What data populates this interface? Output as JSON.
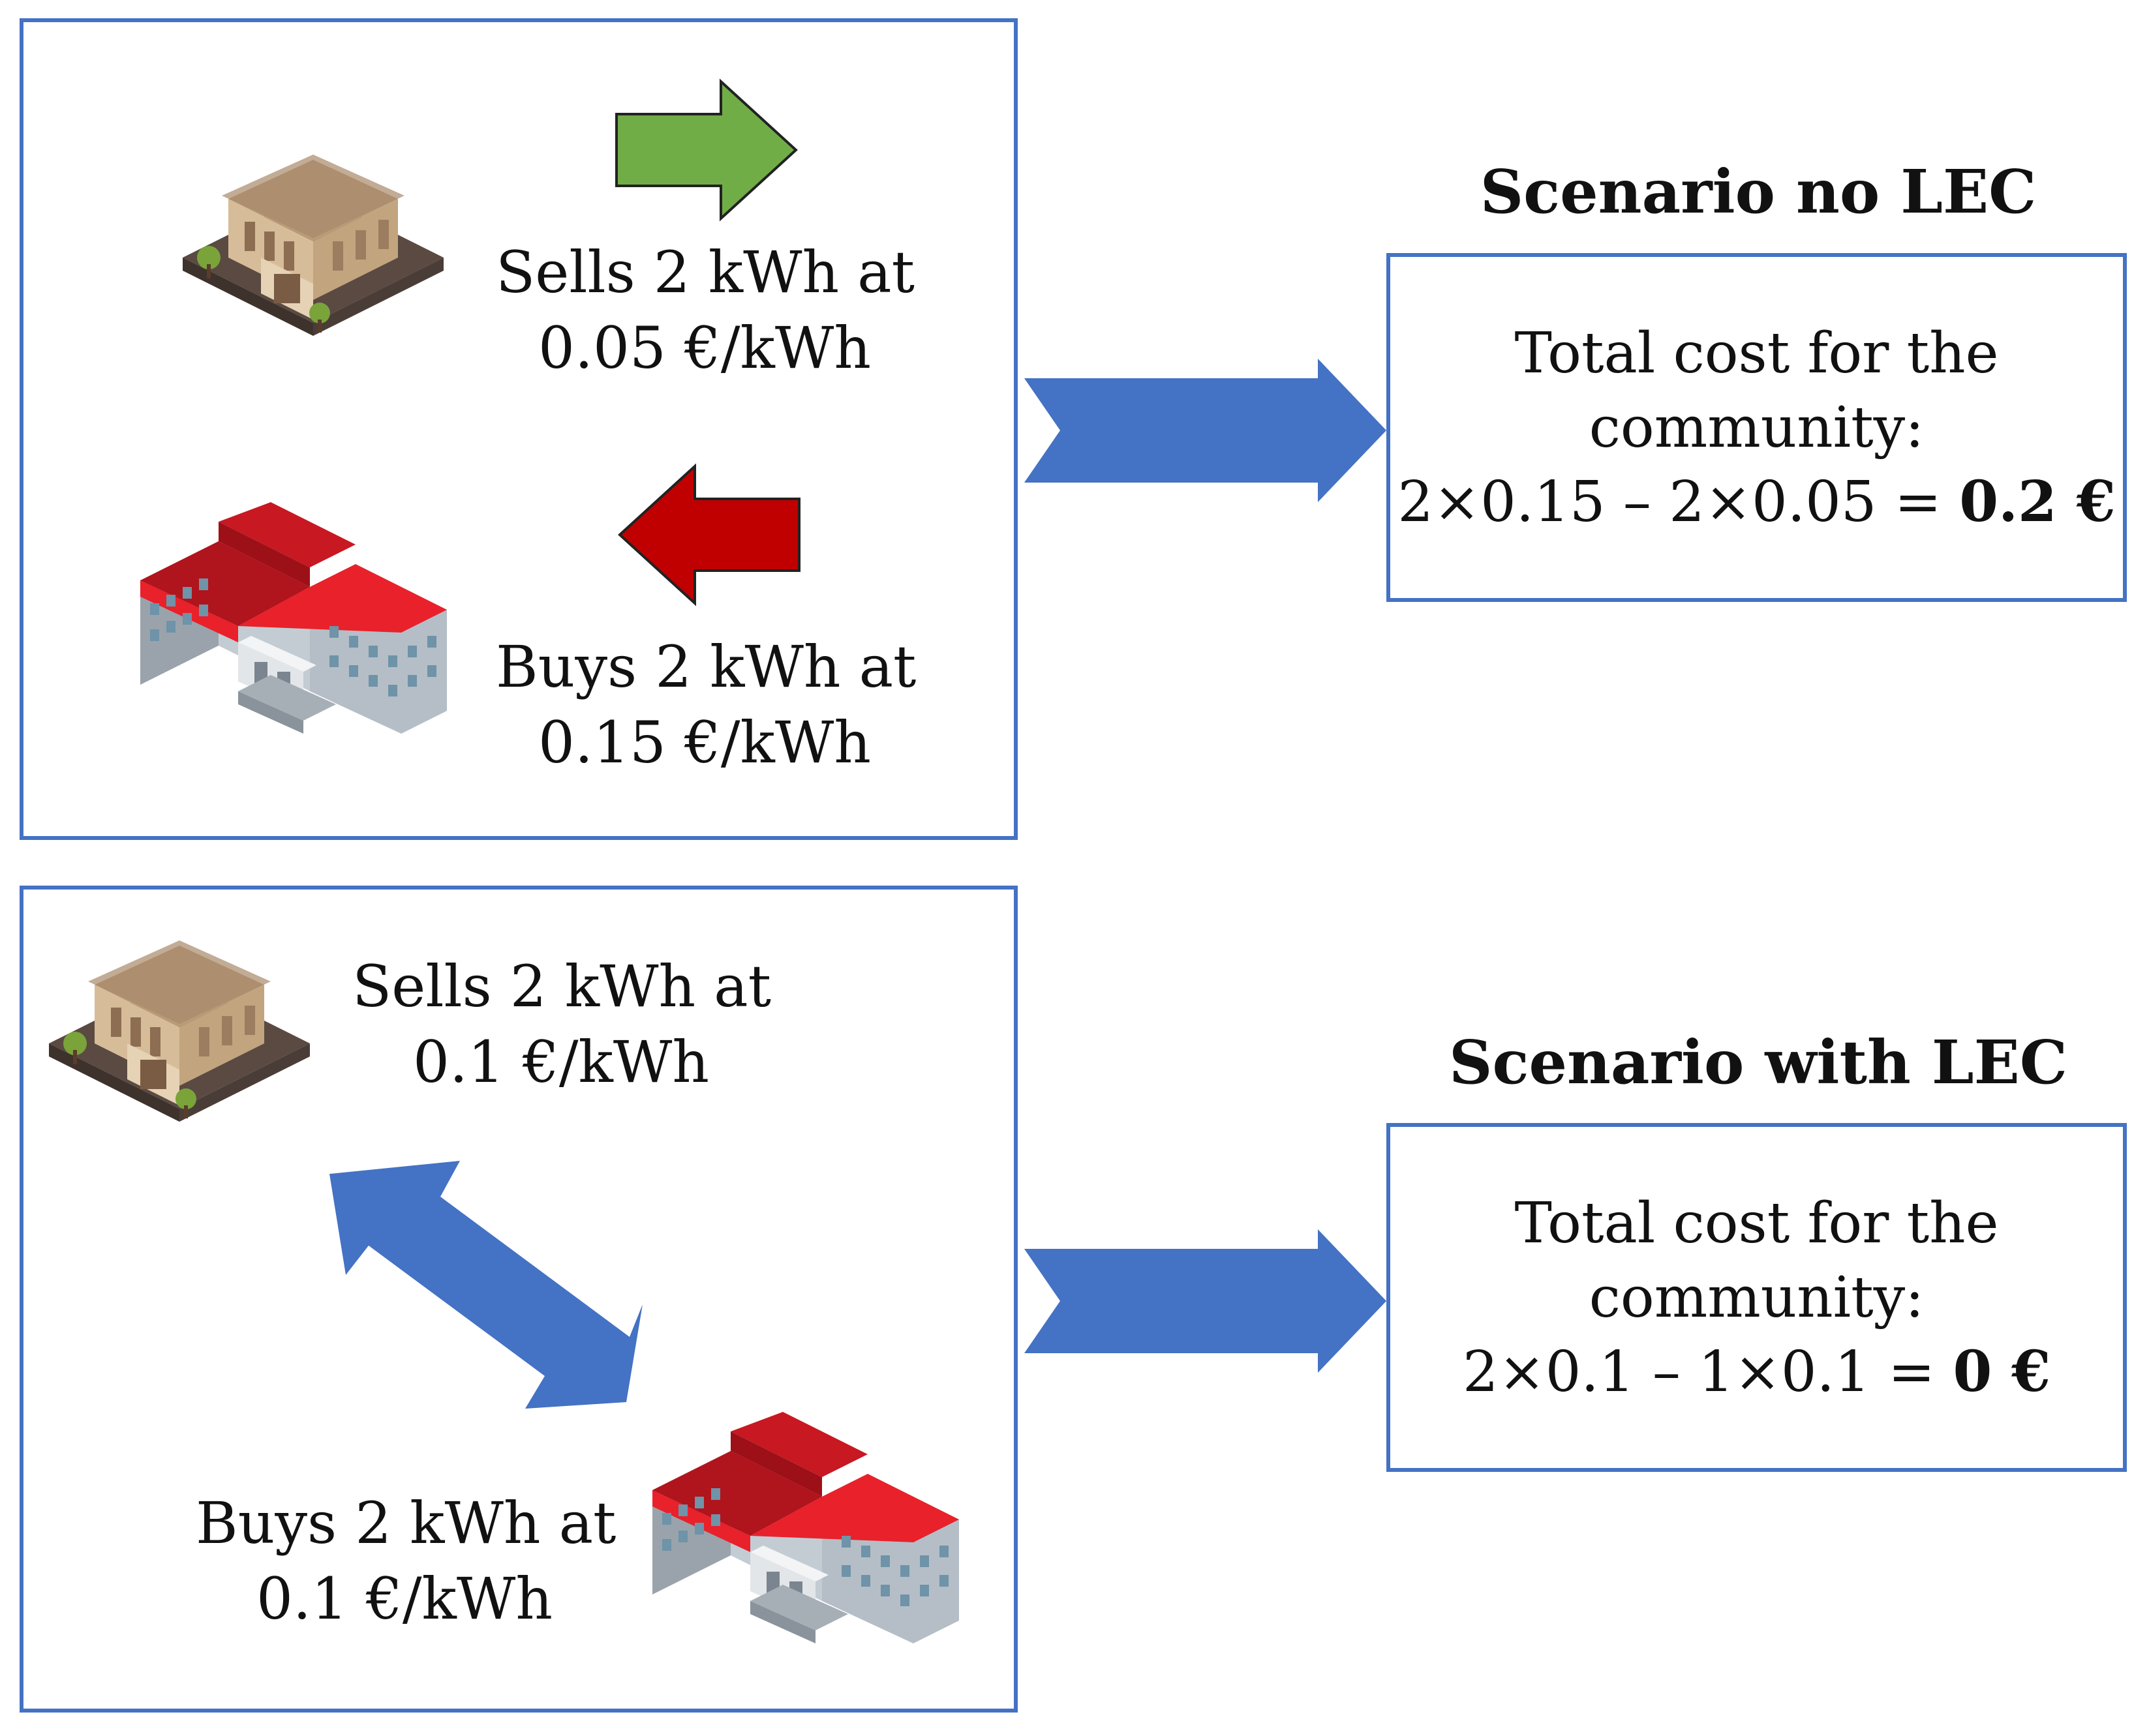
{
  "scenario_no_lec": {
    "heading": "Scenario no LEC",
    "seller": {
      "line1": "Sells 2 kWh at",
      "line2": "0.05 €/kWh"
    },
    "buyer": {
      "line1": "Buys 2 kWh at",
      "line2": "0.15 €/kWh"
    },
    "result": {
      "line1": "Total cost for the",
      "line2": "community:",
      "formula": "2×0.15 – 2×0.05 = ",
      "value": "0.2 €"
    }
  },
  "scenario_with_lec": {
    "heading": "Scenario with LEC",
    "seller": {
      "line1": "Sells 2 kWh at",
      "line2": "0.1 €/kWh"
    },
    "buyer": {
      "line1": "Buys 2 kWh at",
      "line2": "0.1 €/kWh"
    },
    "result": {
      "line1": "Total cost for the",
      "line2": "community:",
      "formula": "2×0.1 – 1×0.1 = ",
      "value": "0 €"
    }
  },
  "colors": {
    "frame_blue": "#4472c4",
    "sell_arrow_green": "#70ad47",
    "buy_arrow_red": "#c00000",
    "roof_red": "#e8212b",
    "beige_building": "#c9ae8c"
  },
  "icons": [
    "museum-building-icon",
    "school-building-icon"
  ]
}
